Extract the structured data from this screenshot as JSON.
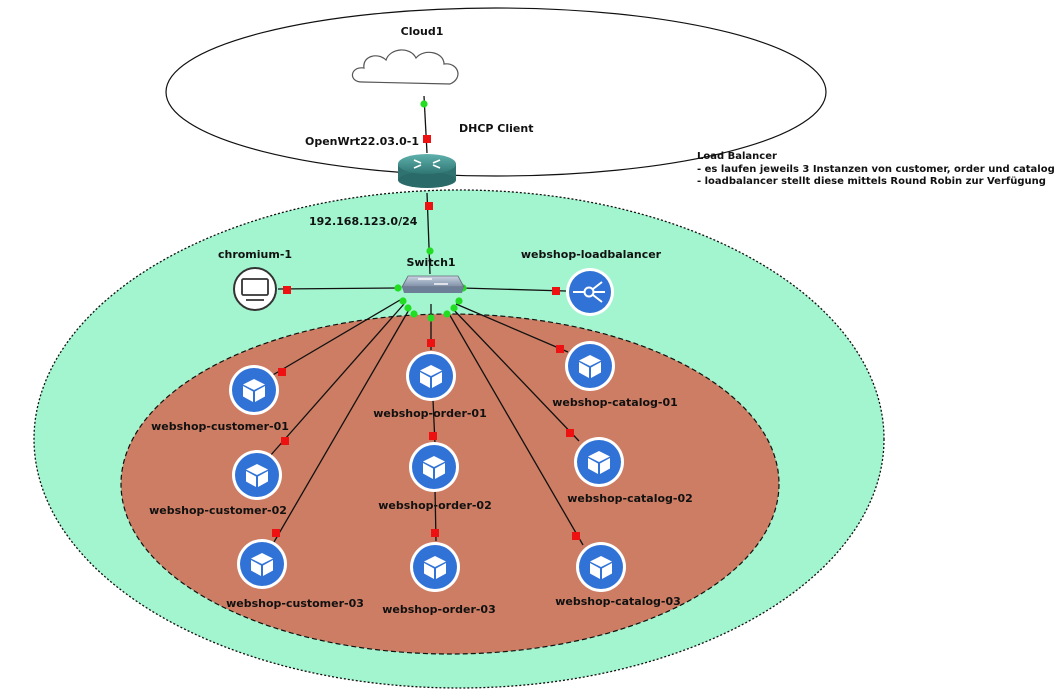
{
  "nodes": {
    "cloud": {
      "label": "Cloud1"
    },
    "router": {
      "label": "OpenWrt22.03.0-1",
      "annotation": "DHCP Client"
    },
    "subnet": {
      "label": "192.168.123.0/24"
    },
    "switch": {
      "label": "Switch1"
    },
    "chromium": {
      "label": "chromium-1"
    },
    "loadbalancer": {
      "label": "webshop-loadbalancer"
    },
    "customers": [
      "webshop-customer-01",
      "webshop-customer-02",
      "webshop-customer-03"
    ],
    "orders": [
      "webshop-order-01",
      "webshop-order-02",
      "webshop-order-03"
    ],
    "catalogs": [
      "webshop-catalog-01",
      "webshop-catalog-02",
      "webshop-catalog-03"
    ]
  },
  "note": {
    "title": "Load Balancer",
    "line1": "- es laufen jeweils 3 Instanzen von customer, order und catalog",
    "line2": "- loadbalancer stellt diese mittels Round Robin zur Verfügung"
  },
  "colors": {
    "green_zone": "#a2f5cf",
    "red_zone": "#cd7d63",
    "node_blue": "#3172d6",
    "link_up": "#22dd22",
    "link_port": "#ee1111",
    "router_teal": "#3f8e8c"
  }
}
